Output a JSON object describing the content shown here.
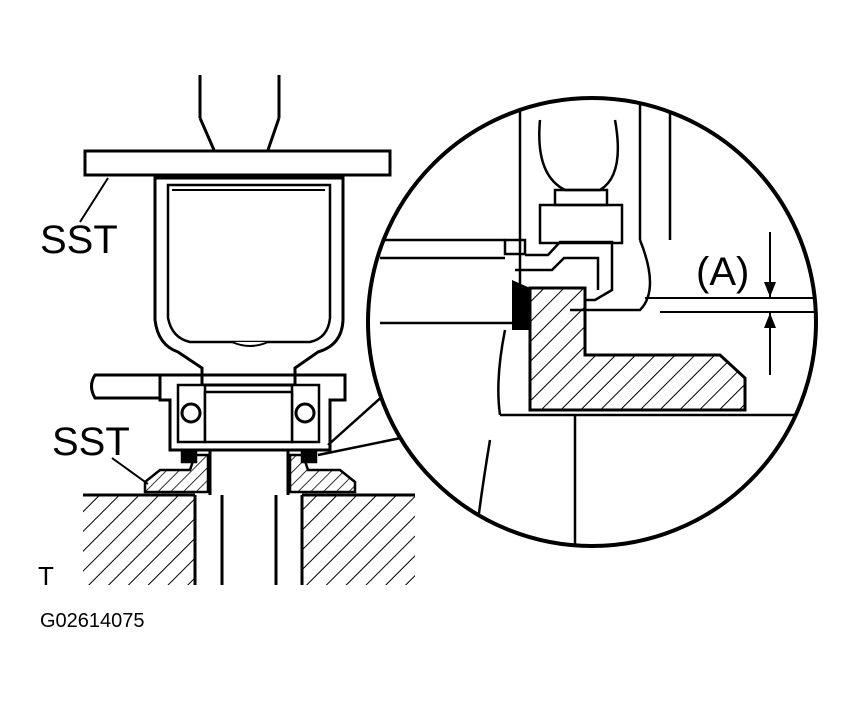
{
  "labels": {
    "sst_top": "SST",
    "sst_bottom": "SST",
    "dimension_a": "(A)",
    "view_code": "T",
    "figure_id": "G02614075"
  },
  "colors": {
    "line": "#000000",
    "background": "#ffffff"
  }
}
